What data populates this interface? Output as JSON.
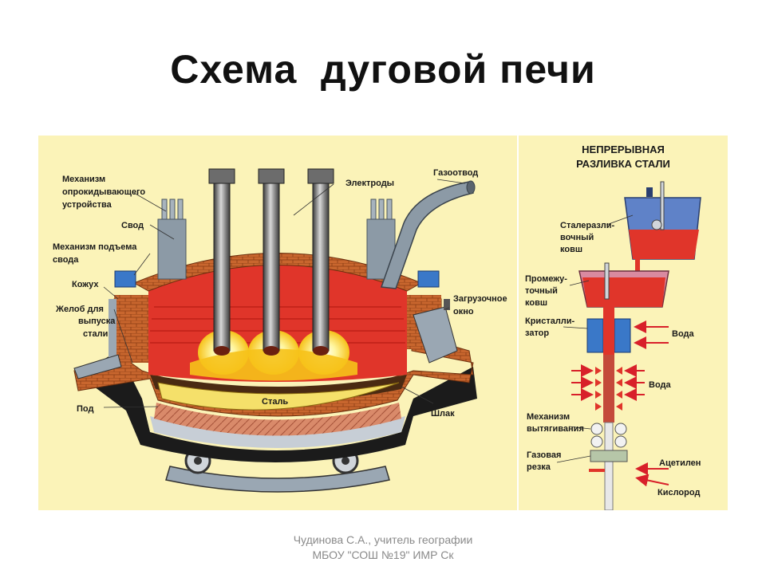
{
  "slide": {
    "title": "Схема  дуговой печи"
  },
  "furnace": {
    "labels": {
      "tilt_mechanism_1": "Механизм",
      "tilt_mechanism_2": "опрокидывающего",
      "tilt_mechanism_3": "устройства",
      "roof": "Свод",
      "roof_lift_1": "Механизм подъема",
      "roof_lift_2": "свода",
      "casing": "Кожух",
      "tap_spout_1": "Желоб для",
      "tap_spout_2": "выпуска",
      "tap_spout_3": "стали",
      "hearth": "Под",
      "electrodes": "Электроды",
      "gas_outlet": "Газоотвод",
      "charging_door_1": "Загрузочное",
      "charging_door_2": "окно",
      "steel": "Сталь",
      "slag": "Шлак"
    }
  },
  "casting": {
    "header_1": "НЕПРЕРЫВНАЯ",
    "header_2": "РАЗЛИВКА СТАЛИ",
    "labels": {
      "ladle_1": "Сталеразли-",
      "ladle_2": "вочный",
      "ladle_3": "ковш",
      "tundish_1": "Промежу-",
      "tundish_2": "точный",
      "tundish_3": "ковш",
      "crystallizer_1": "Кристалли-",
      "crystallizer_2": "затор",
      "water_1": "Вода",
      "water_2": "Вода",
      "withdrawal_1": "Механизм",
      "withdrawal_2": "вытягивания",
      "gas_cut_1": "Газовая",
      "gas_cut_2": "резка",
      "acetylene": "Ацетилен",
      "oxygen": "Кислород"
    }
  },
  "footer": {
    "line1": "Чудинова С.А., учитель географии",
    "line2": "МБОУ \"СОШ №19\" ИМР Ск"
  },
  "colors": {
    "panel_bg": "#fbf3b8",
    "brick": "#c8662e",
    "molten": "#e0352a",
    "steel_yellow": "#f5e06a",
    "casing_grey": "#8c9aa6",
    "water_blue": "#3a78c8",
    "arrow_red": "#d8202a"
  }
}
